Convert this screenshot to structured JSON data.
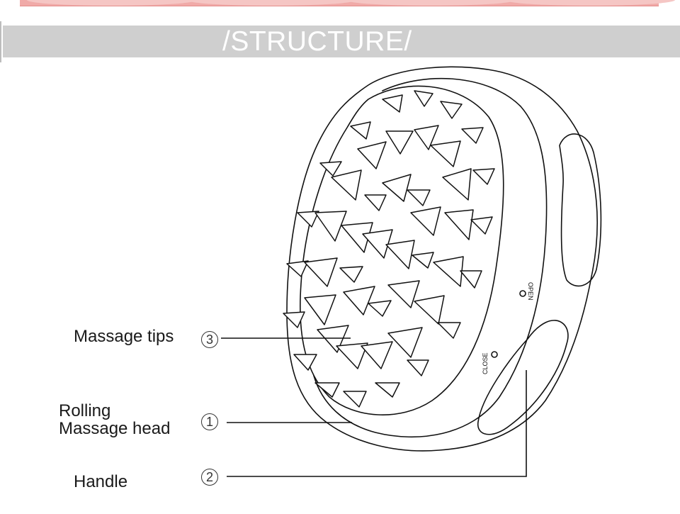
{
  "banner": {
    "title": "/STRUCTURE/"
  },
  "parts": [
    {
      "num": "3",
      "label": "Massage tips"
    },
    {
      "num": "1",
      "label_line1": "Rolling",
      "label_line2": "Massage head"
    },
    {
      "num": "2",
      "label": "Handle"
    }
  ],
  "device": {
    "open_mark": "OPEN",
    "close_mark": "CLOSE"
  },
  "colors": {
    "banner": "#cfcfcf",
    "top_strip": "#f0aaa8",
    "line": "#111111"
  }
}
